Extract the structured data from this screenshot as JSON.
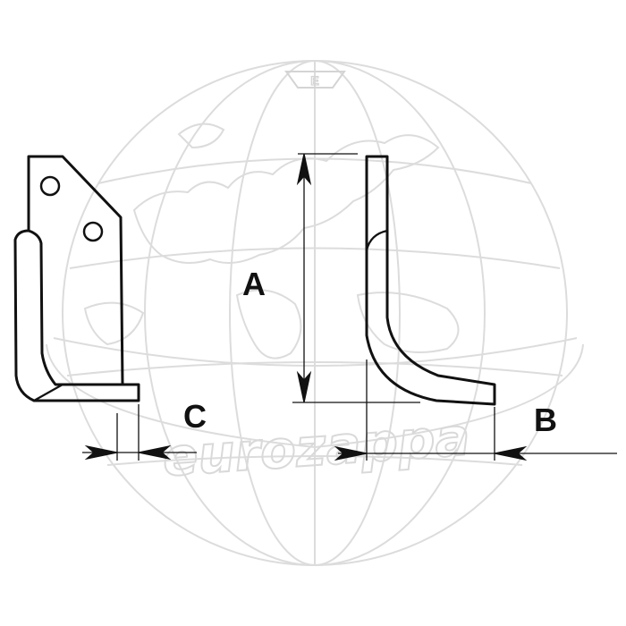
{
  "diagram": {
    "labels": {
      "height": "A",
      "width": "B",
      "thickness": "C"
    }
  },
  "watermark": {
    "brand": "eurozappa",
    "badge_letter": "E"
  },
  "colors": {
    "ink": "#111111",
    "watermark": "#d9d9d9",
    "background": "#ffffff"
  }
}
